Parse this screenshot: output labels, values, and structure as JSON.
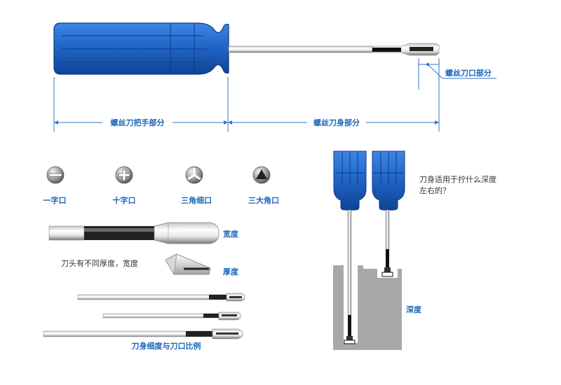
{
  "labels": {
    "tip_part": "螺丝刀口部分",
    "handle_part": "螺丝刀把手部分",
    "blade_part": "螺丝刀身部分",
    "width": "宽度",
    "thickness": "厚度",
    "head_note": "刀头有不同厚度，宽度",
    "proportion": "刀身细度与刀口比例",
    "depth": "深度",
    "question_line1": "刀身适用于拧什么深度",
    "question_line2": "左右的？"
  },
  "tip_types": [
    {
      "label": "一字口",
      "icon": "slotted-tip-icon"
    },
    {
      "label": "十字口",
      "icon": "phillips-tip-icon"
    },
    {
      "label": "三角细口",
      "icon": "tri-wing-tip-icon"
    },
    {
      "label": "三大角口",
      "icon": "triangle-tip-icon"
    }
  ],
  "colors": {
    "handle_blue": "#1f63c4",
    "handle_dark": "#0d3a86",
    "label_blue": "#1b67b8",
    "dimension_line": "#2f74c9",
    "block_gray": "#a8a8a8"
  }
}
